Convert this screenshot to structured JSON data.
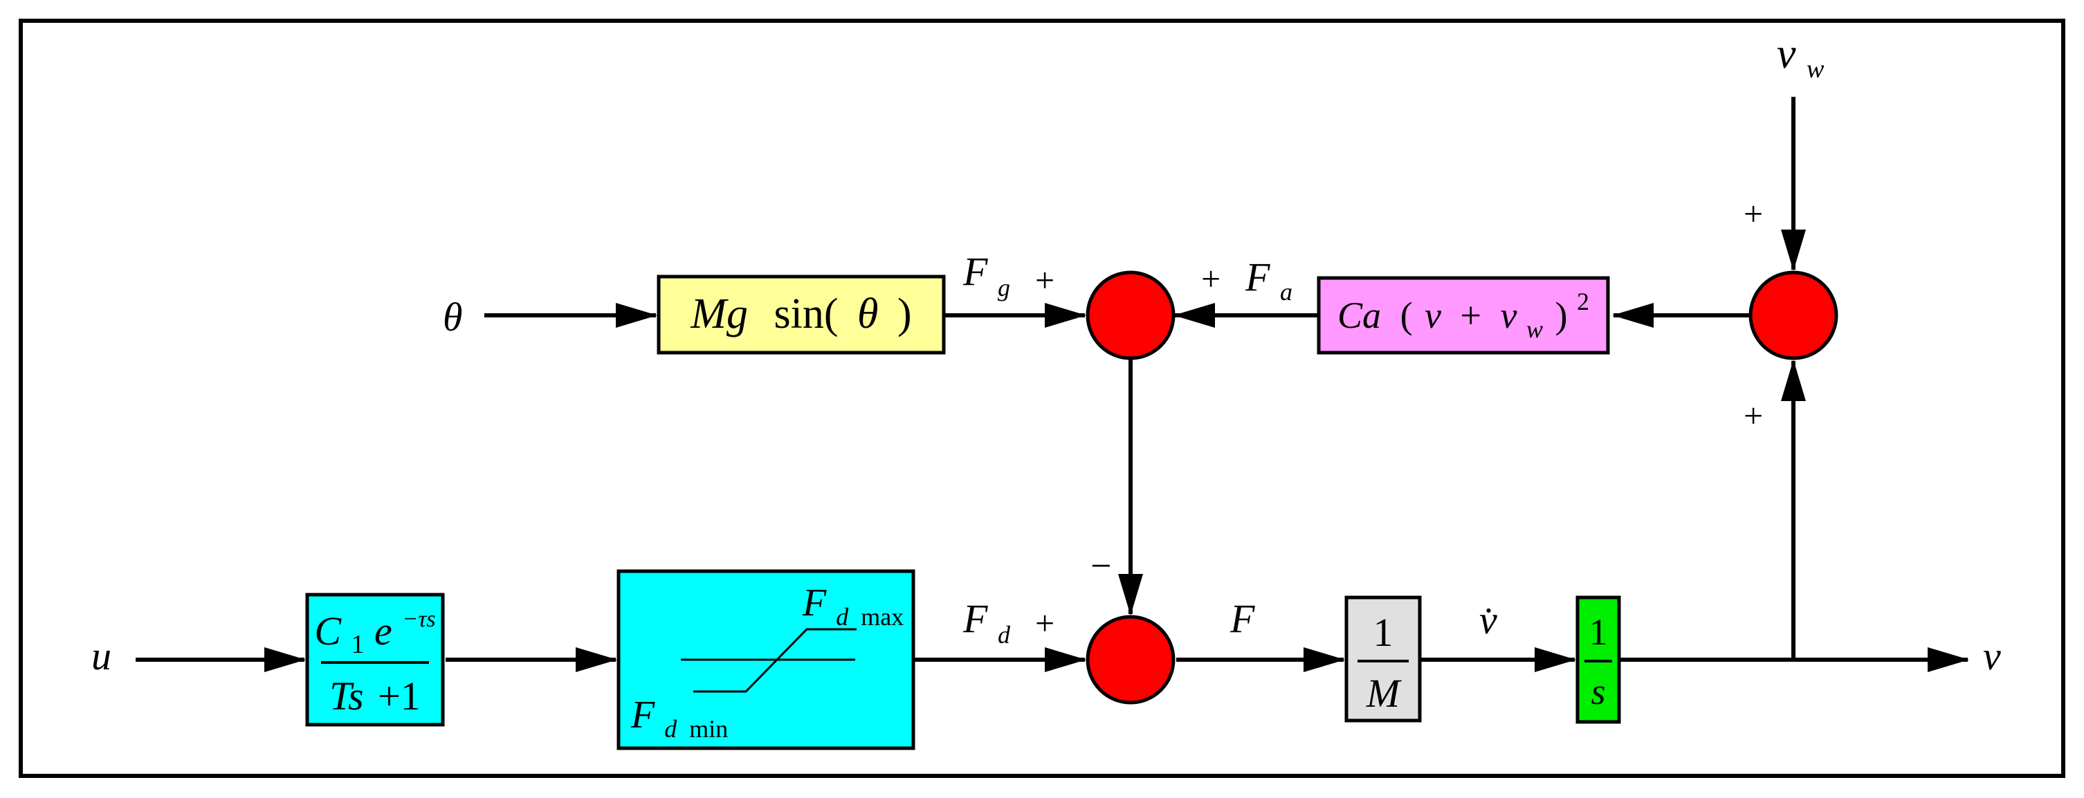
{
  "colors": {
    "sumjunction": "#ff0000",
    "block_yellow": "#ffff99",
    "block_pink": "#ff99ff",
    "block_cyan": "#00ffff",
    "block_gray": "#e0e0e0",
    "block_green": "#00ee00"
  },
  "signals": {
    "theta": "θ",
    "u": "u",
    "v": "v",
    "vw_main": "v",
    "vw_sub": "w",
    "F": "F",
    "F_main": "F",
    "g_sub": "g",
    "a_sub": "a",
    "d_sub": "d",
    "vdot": "v̇"
  },
  "signs": {
    "plus": "+",
    "minus": "−"
  },
  "blocks": {
    "gravity": {
      "p1": "Mg",
      "p2": "sin(",
      "p3": "θ",
      "p4": ")"
    },
    "aero": {
      "p1": "Ca",
      "p2": "(",
      "p3": "v",
      "p4": "+",
      "p5": "v",
      "p6": "w",
      "p7": ")",
      "p8": "2"
    },
    "actuator": {
      "n1": "C",
      "n2": "1",
      "n3": "e",
      "n4": "−τs",
      "d1": "Ts",
      "d2": "+1"
    },
    "saturation": {
      "max_main": "F",
      "max_sub1": "d",
      "max_sub2": "max",
      "min_main": "F",
      "min_sub1": "d",
      "min_sub2": "min"
    },
    "mass": {
      "num": "1",
      "den": "M"
    },
    "integrator": {
      "num": "1",
      "den": "s"
    }
  }
}
